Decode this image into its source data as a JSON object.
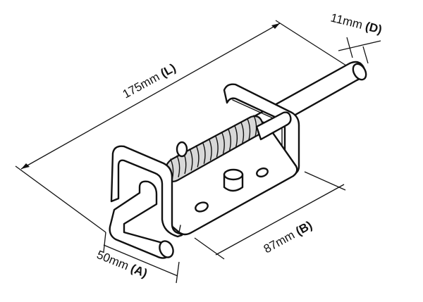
{
  "dimensions": {
    "length": {
      "value": "175mm",
      "code": "(L)"
    },
    "width": {
      "value": "87mm",
      "code": "(B)"
    },
    "handle": {
      "value": "50mm",
      "code": "(A)"
    },
    "pin_diameter": {
      "value": "11mm",
      "code": "(D)"
    }
  },
  "colors": {
    "line": "#111111",
    "shade": "#d8d8d8",
    "background": "#ffffff"
  }
}
